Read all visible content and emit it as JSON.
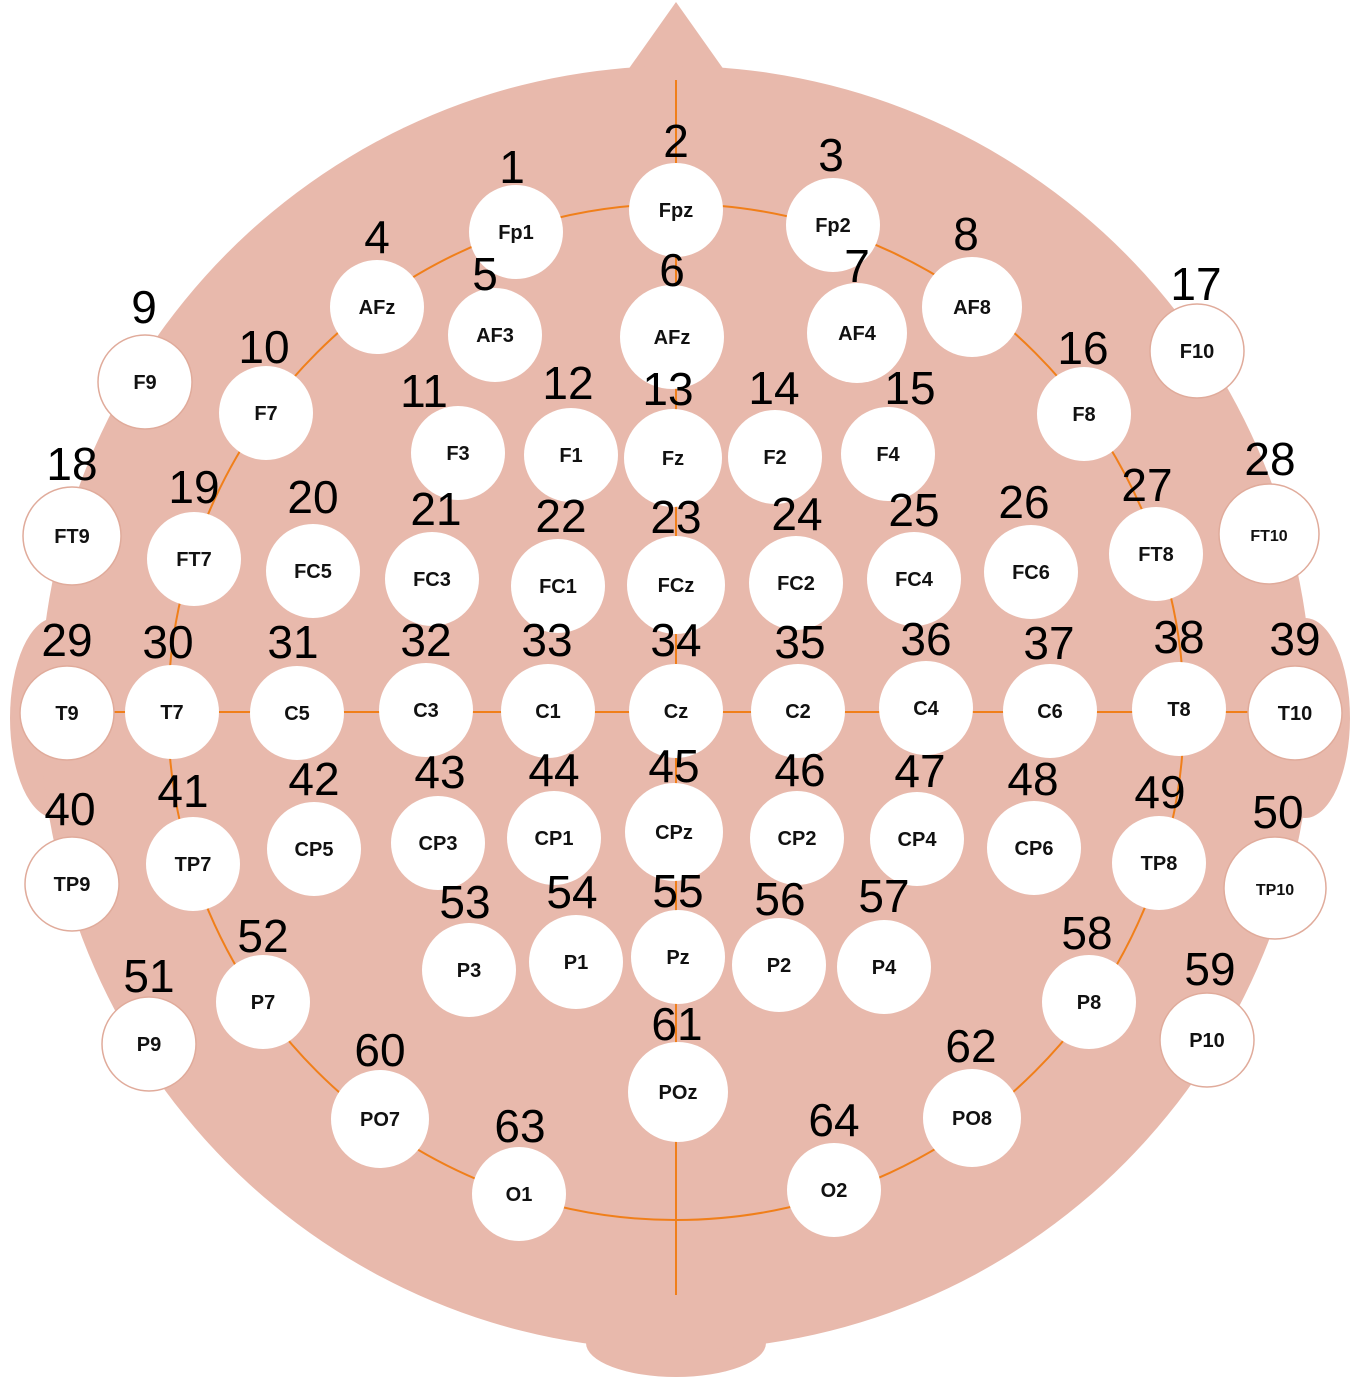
{
  "colors": {
    "head": "#e8b9ac",
    "line": "#f07f1a",
    "electrode_fill": "#ffffff",
    "outer_electrode_stroke": "#e0ab9b"
  },
  "electrodes": [
    {
      "n": "1",
      "label": "Fp1"
    },
    {
      "n": "2",
      "label": "Fpz"
    },
    {
      "n": "3",
      "label": "Fp2"
    },
    {
      "n": "4",
      "label": "AFz"
    },
    {
      "n": "5",
      "label": "AF3"
    },
    {
      "n": "6",
      "label": "AFz"
    },
    {
      "n": "7",
      "label": "AF4"
    },
    {
      "n": "8",
      "label": "AF8"
    },
    {
      "n": "9",
      "label": "F9"
    },
    {
      "n": "10",
      "label": "F7"
    },
    {
      "n": "11",
      "label": "F3"
    },
    {
      "n": "12",
      "label": "F1"
    },
    {
      "n": "13",
      "label": "Fz"
    },
    {
      "n": "14",
      "label": "F2"
    },
    {
      "n": "15",
      "label": "F4"
    },
    {
      "n": "16",
      "label": "F8"
    },
    {
      "n": "17",
      "label": "F10"
    },
    {
      "n": "18",
      "label": "FT9"
    },
    {
      "n": "19",
      "label": "FT7"
    },
    {
      "n": "20",
      "label": "FC5"
    },
    {
      "n": "21",
      "label": "FC3"
    },
    {
      "n": "22",
      "label": "FC1"
    },
    {
      "n": "23",
      "label": "FCz"
    },
    {
      "n": "24",
      "label": "FC2"
    },
    {
      "n": "25",
      "label": "FC4"
    },
    {
      "n": "26",
      "label": "FC6"
    },
    {
      "n": "27",
      "label": "FT8"
    },
    {
      "n": "28",
      "label": "FT10"
    },
    {
      "n": "29",
      "label": "T9"
    },
    {
      "n": "30",
      "label": "T7"
    },
    {
      "n": "31",
      "label": "C5"
    },
    {
      "n": "32",
      "label": "C3"
    },
    {
      "n": "33",
      "label": "C1"
    },
    {
      "n": "34",
      "label": "Cz"
    },
    {
      "n": "35",
      "label": "C2"
    },
    {
      "n": "36",
      "label": "C4"
    },
    {
      "n": "37",
      "label": "C6"
    },
    {
      "n": "38",
      "label": "T8"
    },
    {
      "n": "39",
      "label": "T10"
    },
    {
      "n": "40",
      "label": "TP9"
    },
    {
      "n": "41",
      "label": "TP7"
    },
    {
      "n": "42",
      "label": "CP5"
    },
    {
      "n": "43",
      "label": "CP3"
    },
    {
      "n": "44",
      "label": "CP1"
    },
    {
      "n": "45",
      "label": "CPz"
    },
    {
      "n": "46",
      "label": "CP2"
    },
    {
      "n": "47",
      "label": "CP4"
    },
    {
      "n": "48",
      "label": "CP6"
    },
    {
      "n": "49",
      "label": "TP8"
    },
    {
      "n": "50",
      "label": "TP10"
    },
    {
      "n": "51",
      "label": "P9"
    },
    {
      "n": "52",
      "label": "P7"
    },
    {
      "n": "53",
      "label": "P3"
    },
    {
      "n": "54",
      "label": "P1"
    },
    {
      "n": "55",
      "label": "Pz"
    },
    {
      "n": "56",
      "label": "P2"
    },
    {
      "n": "57",
      "label": "P4"
    },
    {
      "n": "58",
      "label": "P8"
    },
    {
      "n": "59",
      "label": "P10"
    },
    {
      "n": "60",
      "label": "PO7"
    },
    {
      "n": "61",
      "label": "POz"
    },
    {
      "n": "62",
      "label": "PO8"
    },
    {
      "n": "63",
      "label": "O1"
    },
    {
      "n": "64",
      "label": "O2"
    }
  ]
}
